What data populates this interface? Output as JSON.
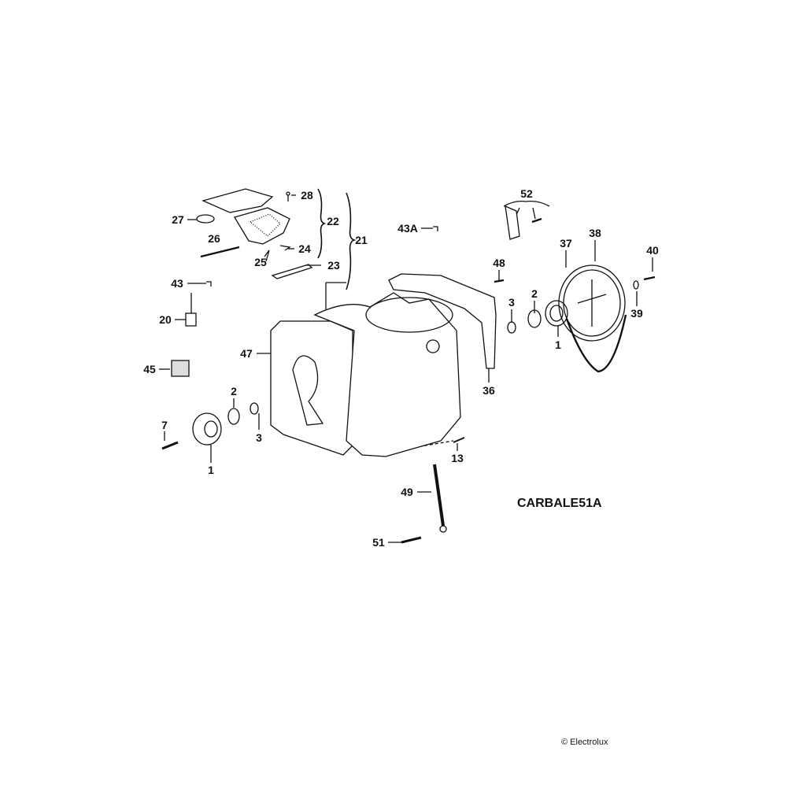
{
  "diagram": {
    "code": "CARBALE51A",
    "copyright": "© Electrolux",
    "labels": {
      "p28": "28",
      "p22": "22",
      "p21": "21",
      "p27": "27",
      "p26": "26",
      "p25": "25",
      "p24": "24",
      "p23": "23",
      "p43": "43",
      "p20": "20",
      "p45": "45",
      "p47": "47",
      "p2_left": "2",
      "p3_left": "3",
      "p7": "7",
      "p1_left": "1",
      "p43A": "43A",
      "p52": "52",
      "p48": "48",
      "p3_right": "3",
      "p2_right": "2",
      "p1_right": "1",
      "p37": "37",
      "p38": "38",
      "p40": "40",
      "p39": "39",
      "p36": "36",
      "p13": "13",
      "p49": "49",
      "p51": "51"
    }
  }
}
